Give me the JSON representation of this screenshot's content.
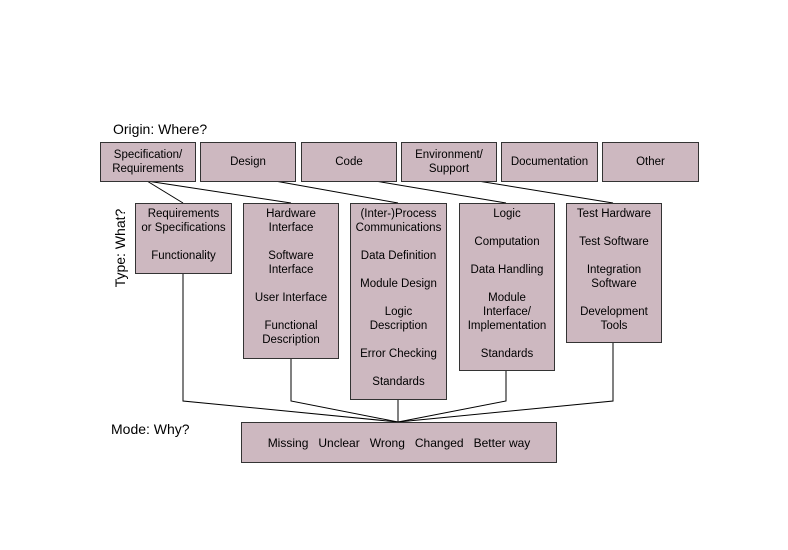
{
  "headings": {
    "origin": "Origin: Where?",
    "type": "Type: What?",
    "mode": "Mode: Why?"
  },
  "origins": [
    "Specification/\nRequirements",
    "Design",
    "Code",
    "Environment/\nSupport",
    "Documentation",
    "Other"
  ],
  "types": [
    {
      "items": [
        "Requirements\nor Specifications",
        "Functionality"
      ]
    },
    {
      "items": [
        "Hardware\nInterface",
        "Software\nInterface",
        "User Interface",
        "Functional\nDescription"
      ]
    },
    {
      "items": [
        "(Inter-)Process\nCommunications",
        "Data Definition",
        "Module Design",
        "Logic\nDescription",
        "Error Checking",
        "Standards"
      ]
    },
    {
      "items": [
        "Logic",
        "Computation",
        "Data Handling",
        "Module\nInterface/\nImplementation",
        "Standards"
      ]
    },
    {
      "items": [
        "Test Hardware",
        "Test Software",
        "Integration\nSoftware",
        "Development\nTools"
      ]
    }
  ],
  "modes": [
    "Missing",
    "Unclear",
    "Wrong",
    "Changed",
    "Better way"
  ],
  "colors": {
    "box_fill": "#cdb8c0",
    "box_border": "#333333"
  }
}
